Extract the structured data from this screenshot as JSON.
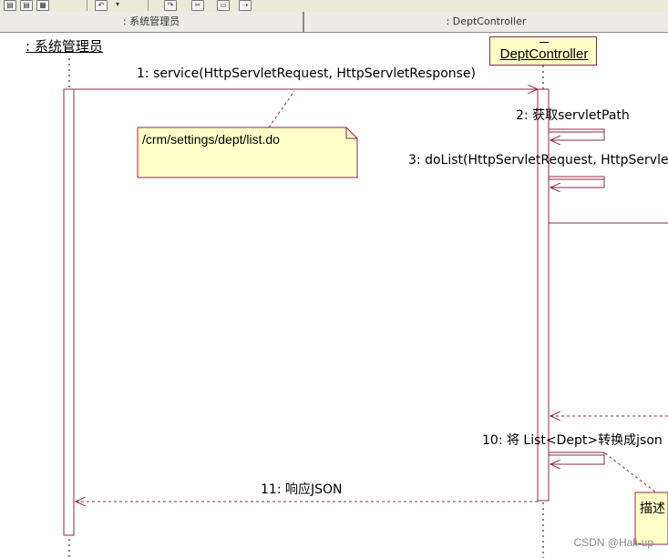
{
  "toolbar": {
    "icons": [
      "save-icon",
      "print-icon",
      "zoom-icon",
      "undo-icon",
      "redo-icon",
      "cut-icon"
    ]
  },
  "header": {
    "col1": ": 系统管理员",
    "col2": ": DeptController"
  },
  "actor": {
    "label": ": 系统管理员"
  },
  "object": {
    "label": "DeptController"
  },
  "messages": {
    "m1": "1: service(HttpServletRequest, HttpServletResponse)",
    "m2": "2: 获取servletPath",
    "m3": "3: doList(HttpServletRequest, HttpServle",
    "m10": "10: 将 List<Dept>转换成json",
    "m11": "11: 响应JSON"
  },
  "notes": {
    "url": "/crm/settings/dept/list.do",
    "describe": "描述"
  },
  "watermark": "CSDN @Hali-up",
  "colors": {
    "line": "#8c2846",
    "note_fill": "#ffffc8"
  }
}
